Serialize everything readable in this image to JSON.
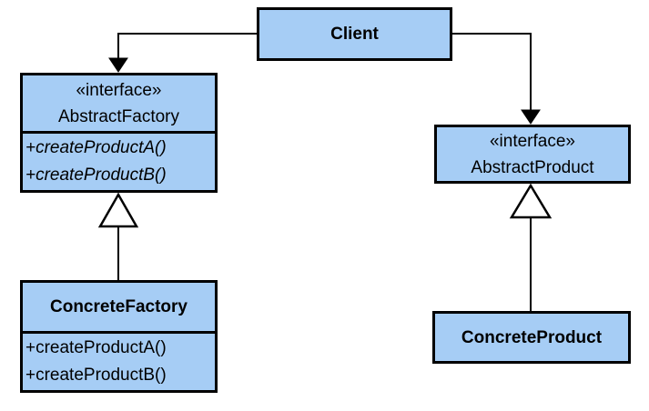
{
  "diagram": {
    "kind": "uml-class-diagram",
    "pattern": "Abstract Factory",
    "colors": {
      "box_fill": "#a6cdf5",
      "box_border": "#000000",
      "line": "#000000",
      "background": "#ffffff"
    },
    "nodes": {
      "client": {
        "name": "Client"
      },
      "abstract_factory": {
        "stereotype": "«interface»",
        "name": "AbstractFactory",
        "methods": [
          "+createProductA()",
          "+createProductB()"
        ]
      },
      "abstract_product": {
        "stereotype": "«interface»",
        "name": "AbstractProduct"
      },
      "concrete_factory": {
        "name": "ConcreteFactory",
        "methods": [
          "+createProductA()",
          "+createProductB()"
        ]
      },
      "concrete_product": {
        "name": "ConcreteProduct"
      }
    },
    "relations": [
      {
        "from": "Client",
        "to": "AbstractFactory",
        "type": "directed-association",
        "arrowhead": "filled"
      },
      {
        "from": "Client",
        "to": "AbstractProduct",
        "type": "directed-association",
        "arrowhead": "filled"
      },
      {
        "from": "ConcreteFactory",
        "to": "AbstractFactory",
        "type": "generalization",
        "arrowhead": "hollow-triangle"
      },
      {
        "from": "ConcreteProduct",
        "to": "AbstractProduct",
        "type": "generalization",
        "arrowhead": "hollow-triangle"
      }
    ]
  }
}
